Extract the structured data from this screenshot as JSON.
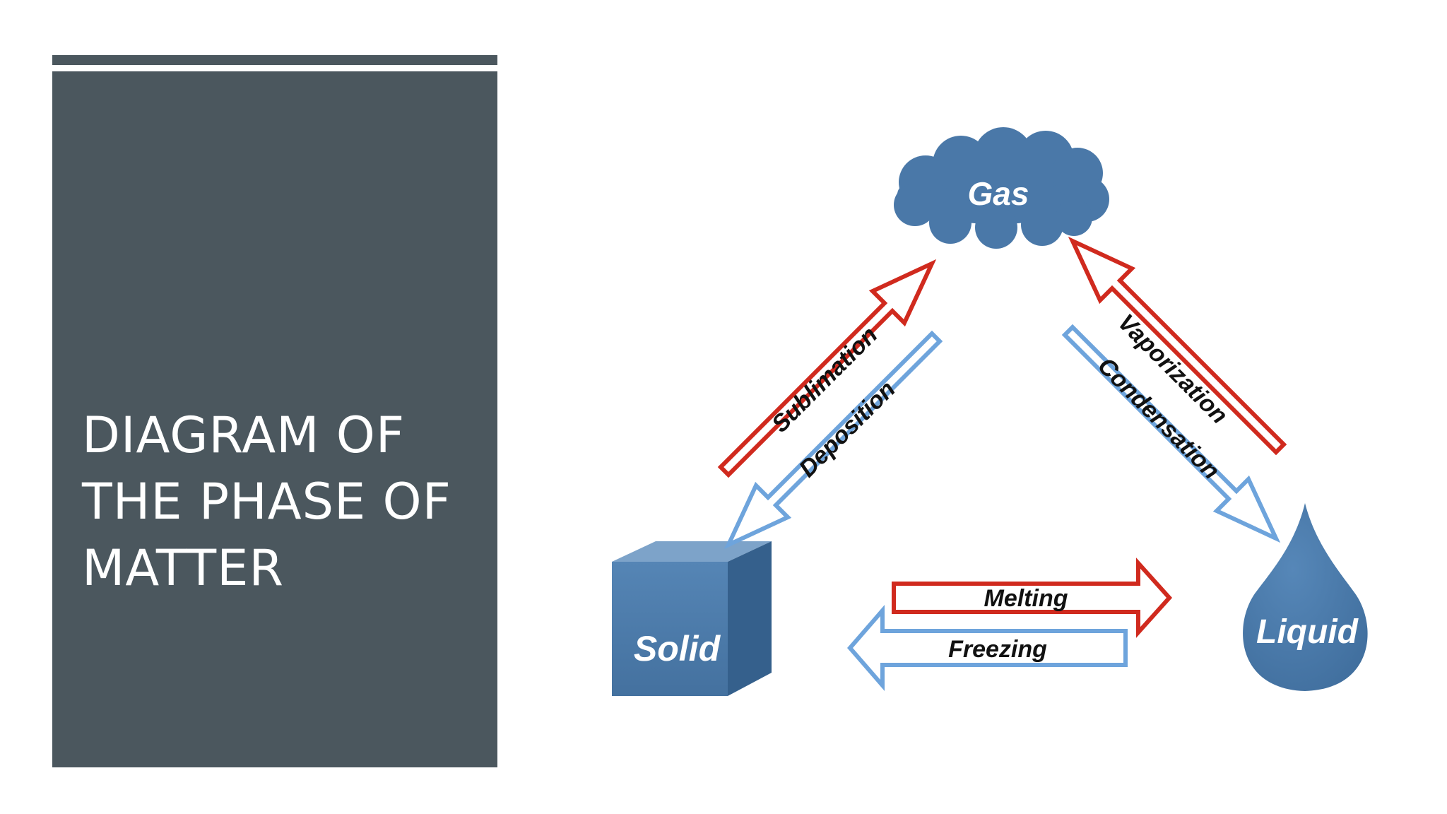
{
  "slide": {
    "title_lines": [
      "DIAGRAM OF",
      "THE PHASE OF",
      "MATTER"
    ]
  },
  "diagram": {
    "nodes": {
      "gas": "Gas",
      "solid": "Solid",
      "liquid": "Liquid"
    },
    "transitions": {
      "sublimation": "Sublimation",
      "deposition": "Deposition",
      "vaporization": "Vaporization",
      "condensation": "Condensation",
      "melting": "Melting",
      "freezing": "Freezing"
    },
    "colors": {
      "node_fill": "#4a78a8",
      "heating_arrow": "#d02a1e",
      "cooling_arrow": "#6ea4dc",
      "panel": "#4b575e"
    }
  }
}
